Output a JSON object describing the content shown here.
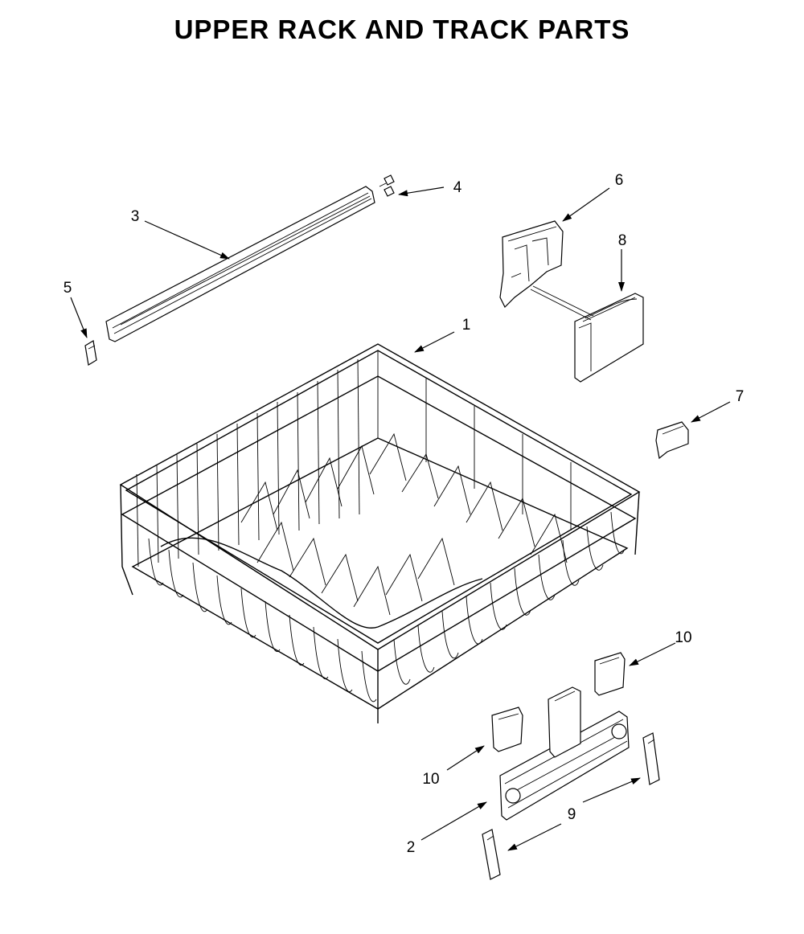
{
  "title": "UPPER RACK AND TRACK PARTS",
  "callouts": [
    {
      "id": "1",
      "label": "1"
    },
    {
      "id": "2",
      "label": "2"
    },
    {
      "id": "3",
      "label": "3"
    },
    {
      "id": "4",
      "label": "4"
    },
    {
      "id": "5",
      "label": "5"
    },
    {
      "id": "6",
      "label": "6"
    },
    {
      "id": "7",
      "label": "7"
    },
    {
      "id": "8",
      "label": "8"
    },
    {
      "id": "9",
      "label": "9"
    },
    {
      "id": "10a",
      "label": "10"
    },
    {
      "id": "10b",
      "label": "10"
    }
  ]
}
